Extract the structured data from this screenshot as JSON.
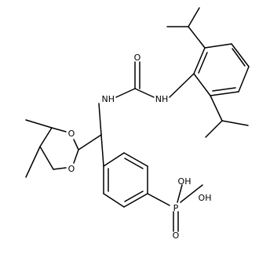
{
  "molecule": {
    "atoms": {
      "O_carbonyl": "O",
      "NH_left": "NH",
      "NH_right": "NH",
      "O_ring_top": "O",
      "O_ring_bottom": "O",
      "OH_1": "OH",
      "OH_2": "OH",
      "P": "P",
      "O_phosphoryl": "O"
    },
    "colors": {
      "bond": "#000000",
      "text": "#000000",
      "background": "#ffffff"
    }
  }
}
